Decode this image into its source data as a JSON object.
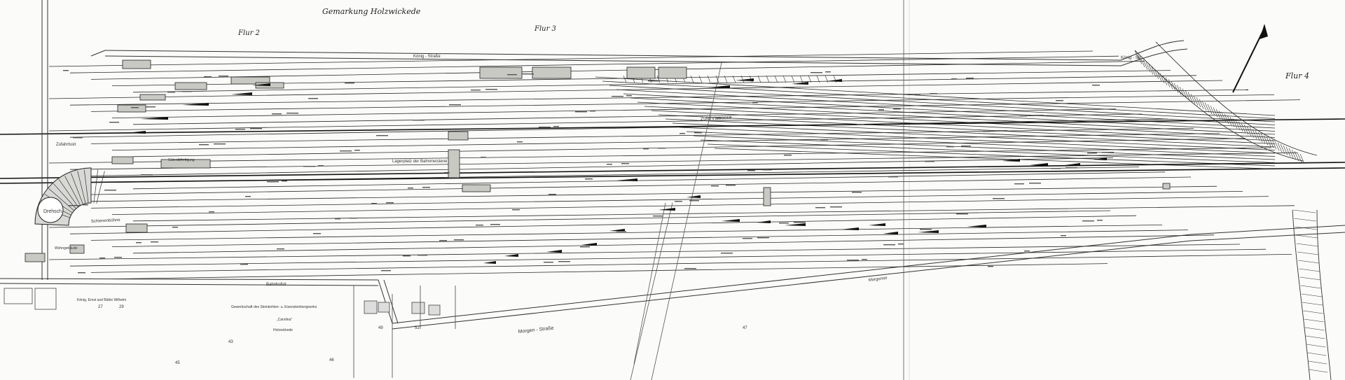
{
  "map": {
    "title": "Gemarkung Holzwickede",
    "flur_labels": [
      "Flur 2",
      "Flur 3",
      "Flur 4"
    ],
    "street_labels": {
      "koenig_strasse": "König - Straße",
      "koenig_str_east": "König - Str",
      "bahnhofstr": "Bahnhofstr",
      "morgenstr": "Morgenstr",
      "morgen_strasse": "Morgen - Straße",
      "zufahrtstrasse": "Zufahrtstrasse",
      "zufahrtsstr": "Zufahrtsstr"
    },
    "feature_labels": {
      "drehscheibe": "Drehsch.",
      "schienenbuehne": "Schienenbühne",
      "wohngebaeude": "Wohngebäude",
      "lagerplatz": "Lagerplatz der Bahnmeisterei",
      "gueterabfertigung": "Güterabfertigung"
    },
    "owner_labels": {
      "gewerkschaft": "Gewerkschaft des Steinkohlen- u. Eisensteinbergwerks",
      "carolina": "„Carolina\"",
      "holzwickede": "Holzwickede",
      "koenig_owners": "König, Ernst und Bähle Wilhelm"
    },
    "parcel_numbers": [
      "27",
      "29",
      "43",
      "49",
      "52",
      "45",
      "46",
      "47"
    ],
    "colors": {
      "ink": "#1e1e1e",
      "paper": "#fbfbf9",
      "building": "#c9c9c4"
    }
  }
}
